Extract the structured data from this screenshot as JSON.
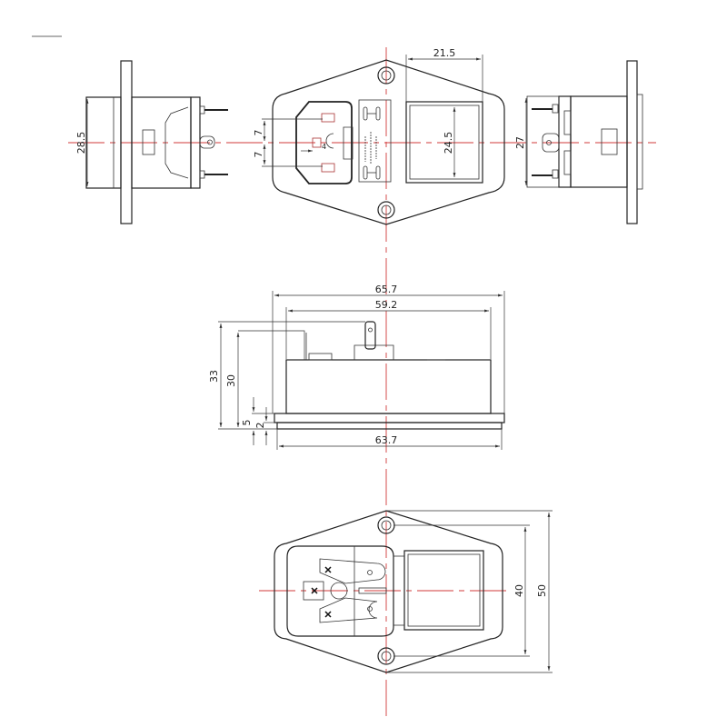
{
  "colors": {
    "outline": "#222222",
    "centerline": "#d23a3a",
    "background": "#ffffff"
  },
  "dimensions": {
    "left_view_height": "28.5",
    "right_view_height": "27",
    "pin_spacing_upper": "7",
    "pin_spacing_lower": "7",
    "pin_offset": "4",
    "switch_width": "21.5",
    "switch_height": "24.5",
    "overall_width": "65.7",
    "body_width": "59.2",
    "overall_depth": "33",
    "body_depth": "30",
    "flange_offset": "5",
    "flange_thickness": "2",
    "panel_width": "63.7",
    "hole_spacing": "40",
    "flange_height": "50"
  }
}
